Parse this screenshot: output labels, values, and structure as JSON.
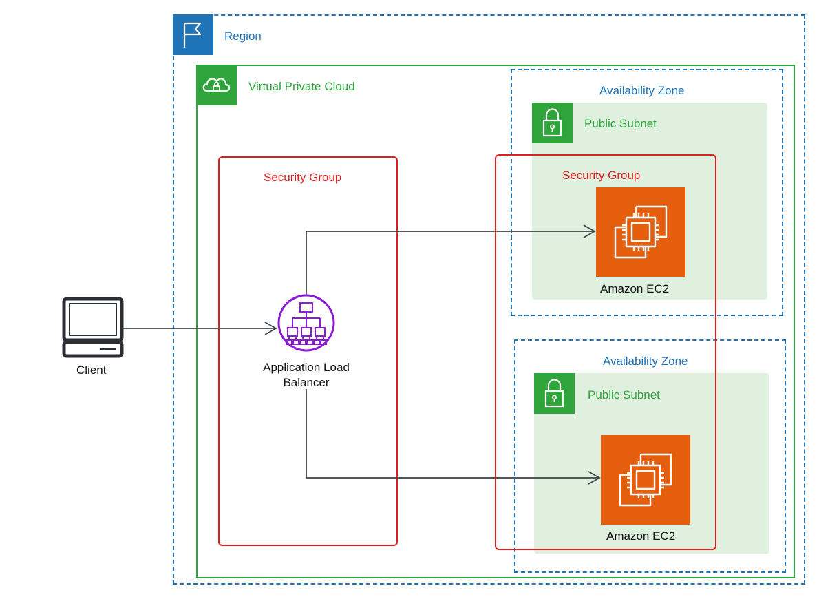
{
  "colors": {
    "region": "#1f73b7",
    "vpc": "#2ea43a",
    "subnet_fill": "#dff0df",
    "security_group": "#e01e1e",
    "ec2": "#e45e0d",
    "alb": "#8c1ad6",
    "arrow": "#3d4248"
  },
  "region": {
    "label": "Region",
    "icon": "flag-icon"
  },
  "vpc": {
    "label": "Virtual Private Cloud",
    "icon": "cloud-lock-icon"
  },
  "availability_zones": [
    {
      "label": "Availability Zone",
      "subnet": {
        "label": "Public Subnet",
        "icon": "padlock-icon"
      },
      "instance": {
        "label": "Amazon EC2",
        "icon": "ec2-chip-icon"
      }
    },
    {
      "label": "Availability Zone",
      "subnet": {
        "label": "Public Subnet",
        "icon": "padlock-icon"
      },
      "instance": {
        "label": "Amazon EC2",
        "icon": "ec2-chip-icon"
      }
    }
  ],
  "security_groups": [
    {
      "label": "Security Group"
    },
    {
      "label": "Security Group"
    }
  ],
  "load_balancer": {
    "label": "Application Load Balancer",
    "icon": "load-balancer-icon"
  },
  "client": {
    "label": "Client",
    "icon": "laptop-icon"
  }
}
